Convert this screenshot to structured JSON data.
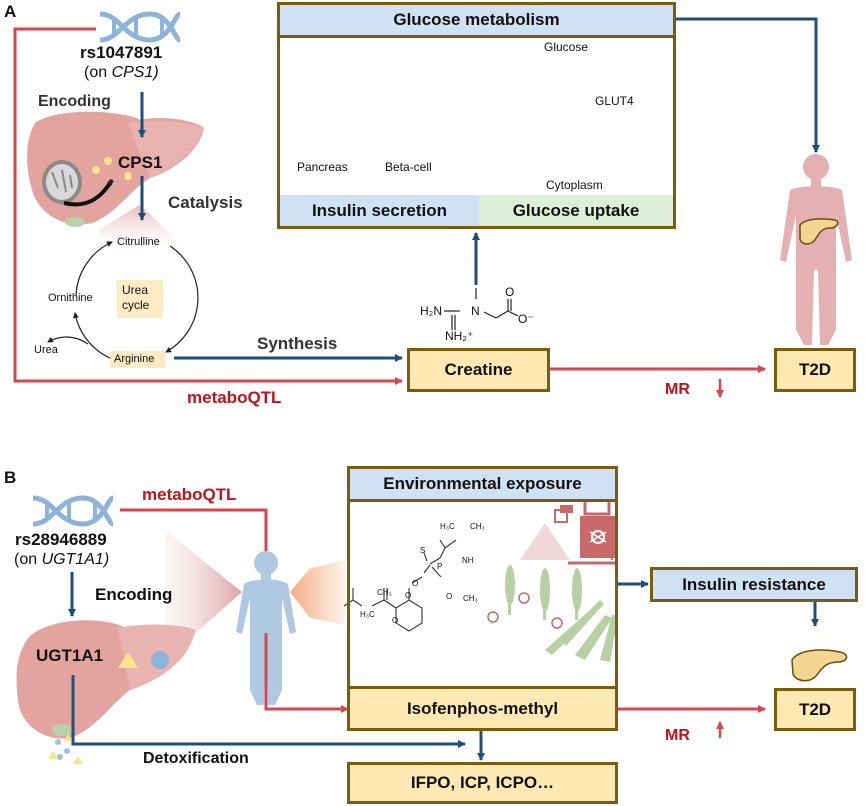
{
  "panel_a": {
    "letter": "A",
    "snp_id": "rs1047891",
    "snp_gene_prefix": "(on ",
    "snp_gene": "CPS1)",
    "encoding_label": "Encoding",
    "enzyme": "CPS1",
    "catalysis_label": "Catalysis",
    "urea_cycle": {
      "center_label_line1": "Urea",
      "center_label_line2": "cycle",
      "nodes": [
        "Citrulline",
        "Ornithine",
        "Arginine"
      ],
      "byproduct": "Urea"
    },
    "synthesis_label": "Synthesis",
    "metaboqtl_label": "metaboQTL",
    "creatine_box": "Creatine",
    "creatine_structure": {
      "h2n": "H₂N",
      "n": "N",
      "nh2_plus": "NH₂⁺",
      "o_top": "O",
      "o_minus": "O⁻"
    },
    "glucose_box": {
      "title": "Glucose metabolism",
      "pancreas_label": "Pancreas",
      "beta_cell_label": "Beta-cell",
      "glucose_label": "Glucose",
      "glut4_label": "GLUT4",
      "cytoplasm_label": "Cytoplasm",
      "footer_left": "Insulin secretion",
      "footer_right": "Glucose uptake"
    },
    "mr_label": "MR",
    "mr_direction": "down",
    "outcome_box": "T2D"
  },
  "panel_b": {
    "letter": "B",
    "snp_id": "rs28946889",
    "snp_gene_prefix": "(on ",
    "snp_gene": "UGT1A1)",
    "metaboqtl_label": "metaboQTL",
    "encoding_label": "Encoding",
    "enzyme": "UGT1A1",
    "detox_label": "Detoxification",
    "env_box": {
      "title": "Environmental exposure",
      "structure_labels": [
        "H₃C",
        "CH₃",
        "S",
        "NH",
        "P",
        "O",
        "O",
        "CH₃",
        "CH₃",
        "O",
        "O",
        "H₃C"
      ],
      "compound": "Isofenphos-methyl"
    },
    "metabolites_box": "IFPO, ICP, ICPO…",
    "insulin_resistance_box": "Insulin resistance",
    "mr_label": "MR",
    "mr_direction": "up",
    "outcome_box": "T2D"
  },
  "colors": {
    "red_line": "#d3474e",
    "blue_line": "#1f4e79",
    "box_border": "#7a5c0c",
    "box_fill": "#fde9b1",
    "header_blue": "#cfe2f3",
    "header_green": "#deefd8",
    "liver": "#e3a4a0",
    "body_pink": "#e4b0b4",
    "body_blue": "#b0c9e2",
    "dna_blue": "#8db4d8",
    "metaboqtl_red": "#c0121a"
  }
}
